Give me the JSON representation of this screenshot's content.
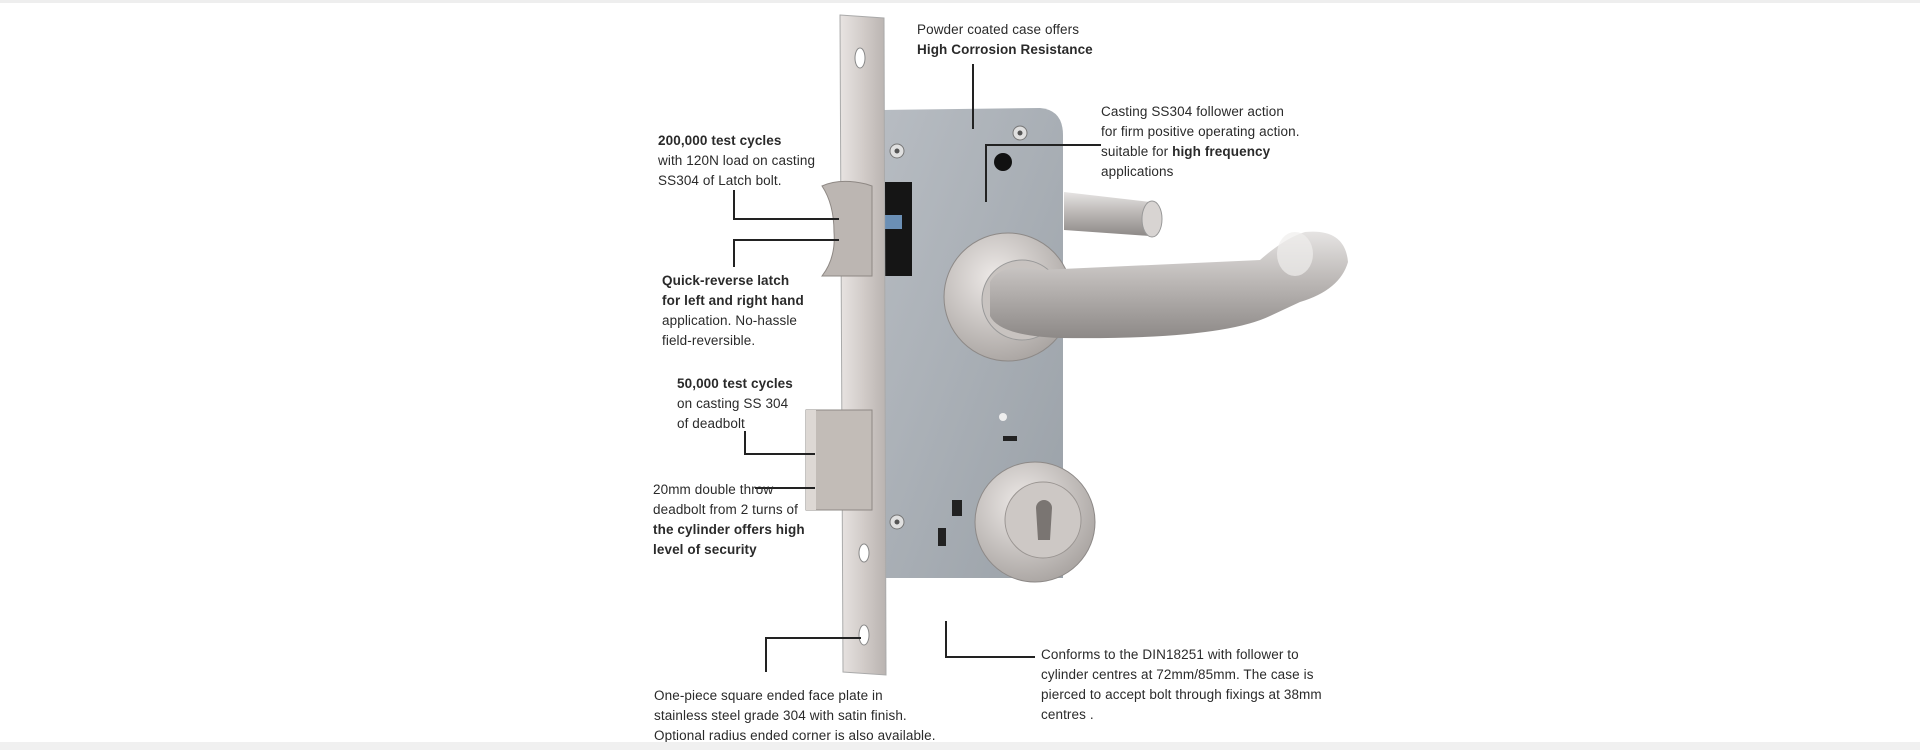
{
  "annotations": {
    "case": {
      "line1": "Powder coated case offers",
      "line2_bold": "High Corrosion Resistance"
    },
    "follower": {
      "line1": "Casting SS304 follower action",
      "line2": "for firm positive operating action.",
      "line3_pre": "suitable for ",
      "line3_bold": "high frequency",
      "line4": "applications"
    },
    "latch_cycles": {
      "line1_bold": "200,000 test cycles",
      "line2": "with 120N load on casting",
      "line3": "SS304 of Latch bolt."
    },
    "quick_reverse": {
      "line1_bold": "Quick-reverse latch",
      "line2_bold": "for left and right hand",
      "line3": "application. No-hassle",
      "line4": "field-reversible."
    },
    "deadbolt_cycles": {
      "line1_bold": "50,000 test cycles",
      "line2": "on casting SS 304",
      "line3": "of deadbolt"
    },
    "double_throw": {
      "line1": "20mm double throw",
      "line2": "deadbolt from 2 turns of",
      "line3_bold": "the cylinder offers high",
      "line4_bold": "level of security"
    },
    "faceplate": {
      "line1": "One-piece square ended face plate in",
      "line2": "stainless steel grade 304 with satin finish.",
      "line3": "Optional radius ended corner is also available."
    },
    "din": {
      "line1": "Conforms to the DIN18251 with follower to",
      "line2": "cylinder centres at 72mm/85mm. The case is",
      "line3": "pierced to accept bolt through fixings at 38mm",
      "line4": "centres ."
    }
  },
  "colors": {
    "case": "#a9afb6",
    "steel": "#c9c4c1",
    "text": "#2a2a2a"
  }
}
